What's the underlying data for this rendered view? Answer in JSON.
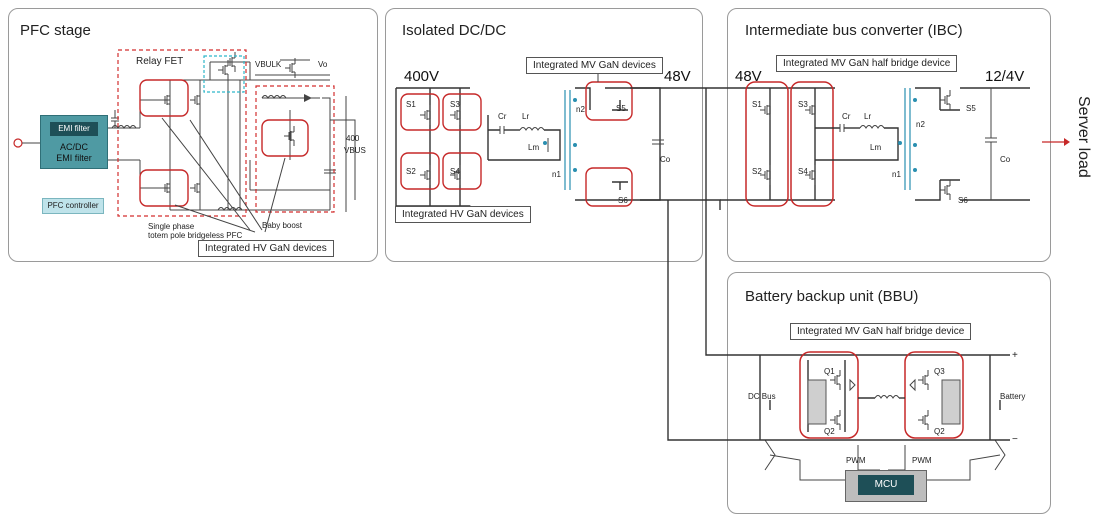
{
  "panels": {
    "pfc": {
      "title": "PFC stage"
    },
    "isolated": {
      "title": "Isolated DC/DC"
    },
    "ibc": {
      "title": "Intermediate bus converter (IBC)"
    },
    "bbu": {
      "title": "Battery backup unit (BBU)"
    }
  },
  "pfc_labels": {
    "relay_fet": "Relay FET",
    "emi_filter": "EMI filter",
    "acdc_emi_filter": "AC/DC\nEMI filter",
    "pfc_controller": "PFC controller",
    "single_phase": "Single phase",
    "totem_pole": "totem pole bridgeless PFC",
    "baby_boost": "Baby boost",
    "vbus_400": "400",
    "vbus": "VBUS",
    "vbulk": "VBULK",
    "vo": "Vo",
    "integrated_hv": "Integrated HV GaN devices"
  },
  "isolated_labels": {
    "v400": "400V",
    "v48": "48V",
    "integrated_mv": "Integrated MV GaN devices",
    "integrated_hv": "Integrated HV GaN devices",
    "s1": "S1",
    "s2": "S2",
    "s3": "S3",
    "s4": "S4",
    "s5": "S5",
    "s6": "S6",
    "cr": "Cr",
    "lr": "Lr",
    "lm": "Lm",
    "n1": "n1",
    "n2": "n2",
    "co": "Co"
  },
  "ibc_labels": {
    "v48": "48V",
    "v124": "12/4V",
    "integrated_mv_hb": "Integrated MV GaN half bridge device",
    "s1": "S1",
    "s2": "S2",
    "s3": "S3",
    "s4": "S4",
    "s5": "S5",
    "s6": "S6",
    "cr": "Cr",
    "lr": "Lr",
    "lm": "Lm",
    "n1": "n1",
    "n2": "n2",
    "co": "Co"
  },
  "bbu_labels": {
    "integrated_mv_hb": "Integrated MV GaN half bridge device",
    "q1": "Q1",
    "q2": "Q2",
    "q3": "Q3",
    "q4": "Q2",
    "dc_bus": "DC Bus",
    "battery": "Battery",
    "pwm1": "PWM",
    "pwm2": "PWM",
    "mcu": "MCU",
    "plus1": "+",
    "minus1": "−",
    "plus2": "+",
    "minus2": "−"
  },
  "server_load": "Server load",
  "colors": {
    "accent_red": "#c62828",
    "emi_teal": "#4f9aa3",
    "dark_teal": "#1e4f57",
    "panel_border": "#9a9a9a"
  }
}
